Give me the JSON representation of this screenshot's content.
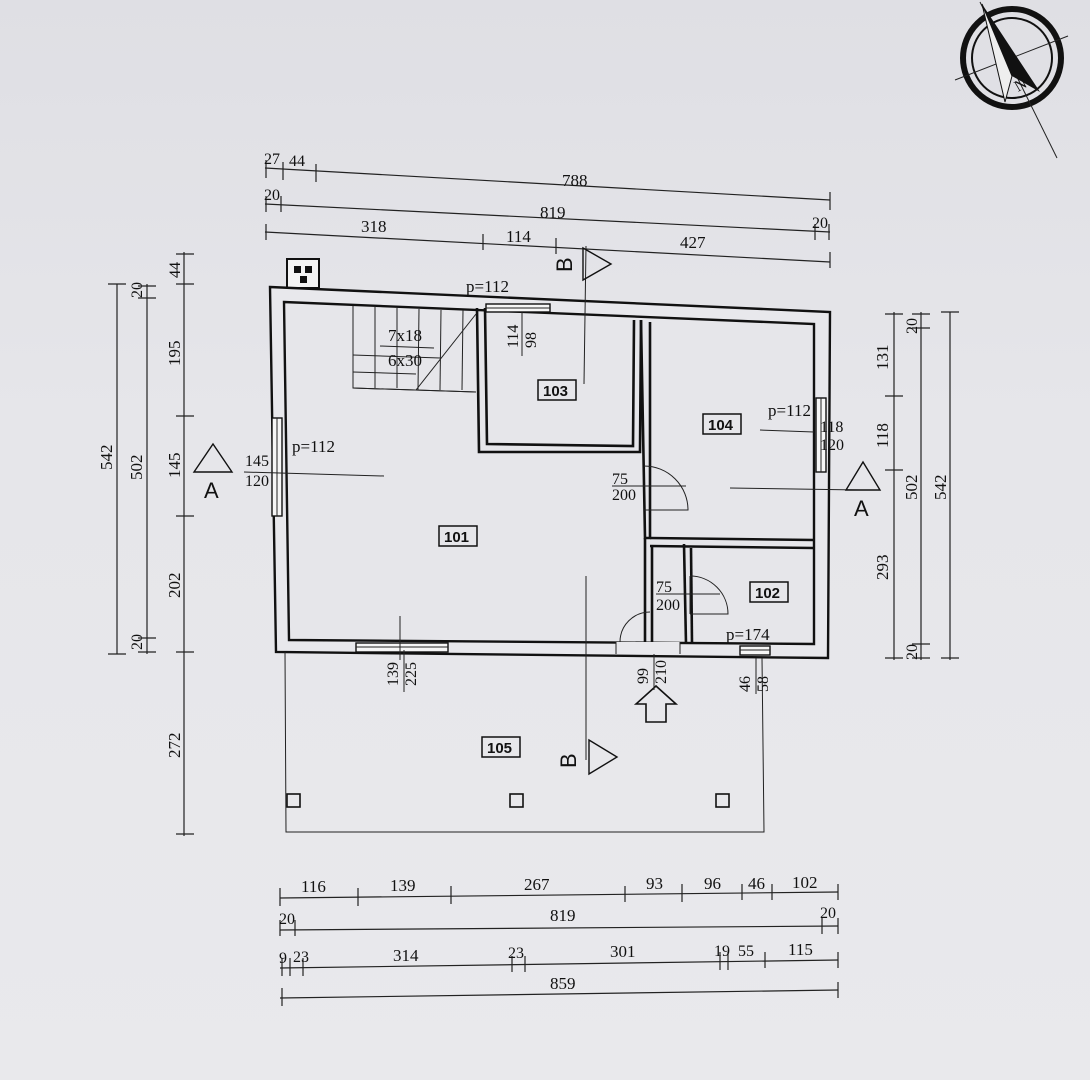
{
  "rooms": [
    "101",
    "102",
    "103",
    "104",
    "105"
  ],
  "top_dims": {
    "row1": [
      "27",
      "44",
      "788"
    ],
    "row2": [
      "20",
      "819",
      "20"
    ],
    "row3": [
      "318",
      "114",
      "427"
    ]
  },
  "bottom_dims": {
    "row1": [
      "116",
      "139",
      "267",
      "93",
      "96",
      "46",
      "102"
    ],
    "row2": [
      "20",
      "819",
      "20"
    ],
    "row3": [
      "9",
      "23",
      "314",
      "23",
      "301",
      "19",
      "55",
      "115"
    ],
    "row4": [
      "859"
    ]
  },
  "left_dims": {
    "outer": [
      "542"
    ],
    "mid": [
      "502"
    ],
    "inner": [
      "44",
      "20",
      "195",
      "145",
      "202",
      "20",
      "272"
    ]
  },
  "right_dims": {
    "inner": [
      "20",
      "131",
      "118",
      "293",
      "20"
    ],
    "mid": [
      "502"
    ],
    "outer": [
      "542"
    ]
  },
  "openings": {
    "top_window_p": "p=112",
    "top_window": [
      "114",
      "98"
    ],
    "left_window_p": "p=112",
    "left_window": [
      "145",
      "120"
    ],
    "right_window_p": "p=112",
    "right_window": [
      "118",
      "120"
    ],
    "door1": [
      "75",
      "200"
    ],
    "door2": [
      "75",
      "200"
    ],
    "bottom_window1": [
      "139",
      "225"
    ],
    "entrance": [
      "99",
      "210"
    ],
    "bottom_window2_p": "p=174",
    "bottom_window2": [
      "46",
      "58"
    ]
  },
  "stairs": [
    "7x18",
    "6x30"
  ],
  "section_labels": {
    "a_left": "A",
    "a_right": "A",
    "b_top": "B",
    "b_bottom": "B"
  },
  "compass": {
    "north": "N"
  }
}
